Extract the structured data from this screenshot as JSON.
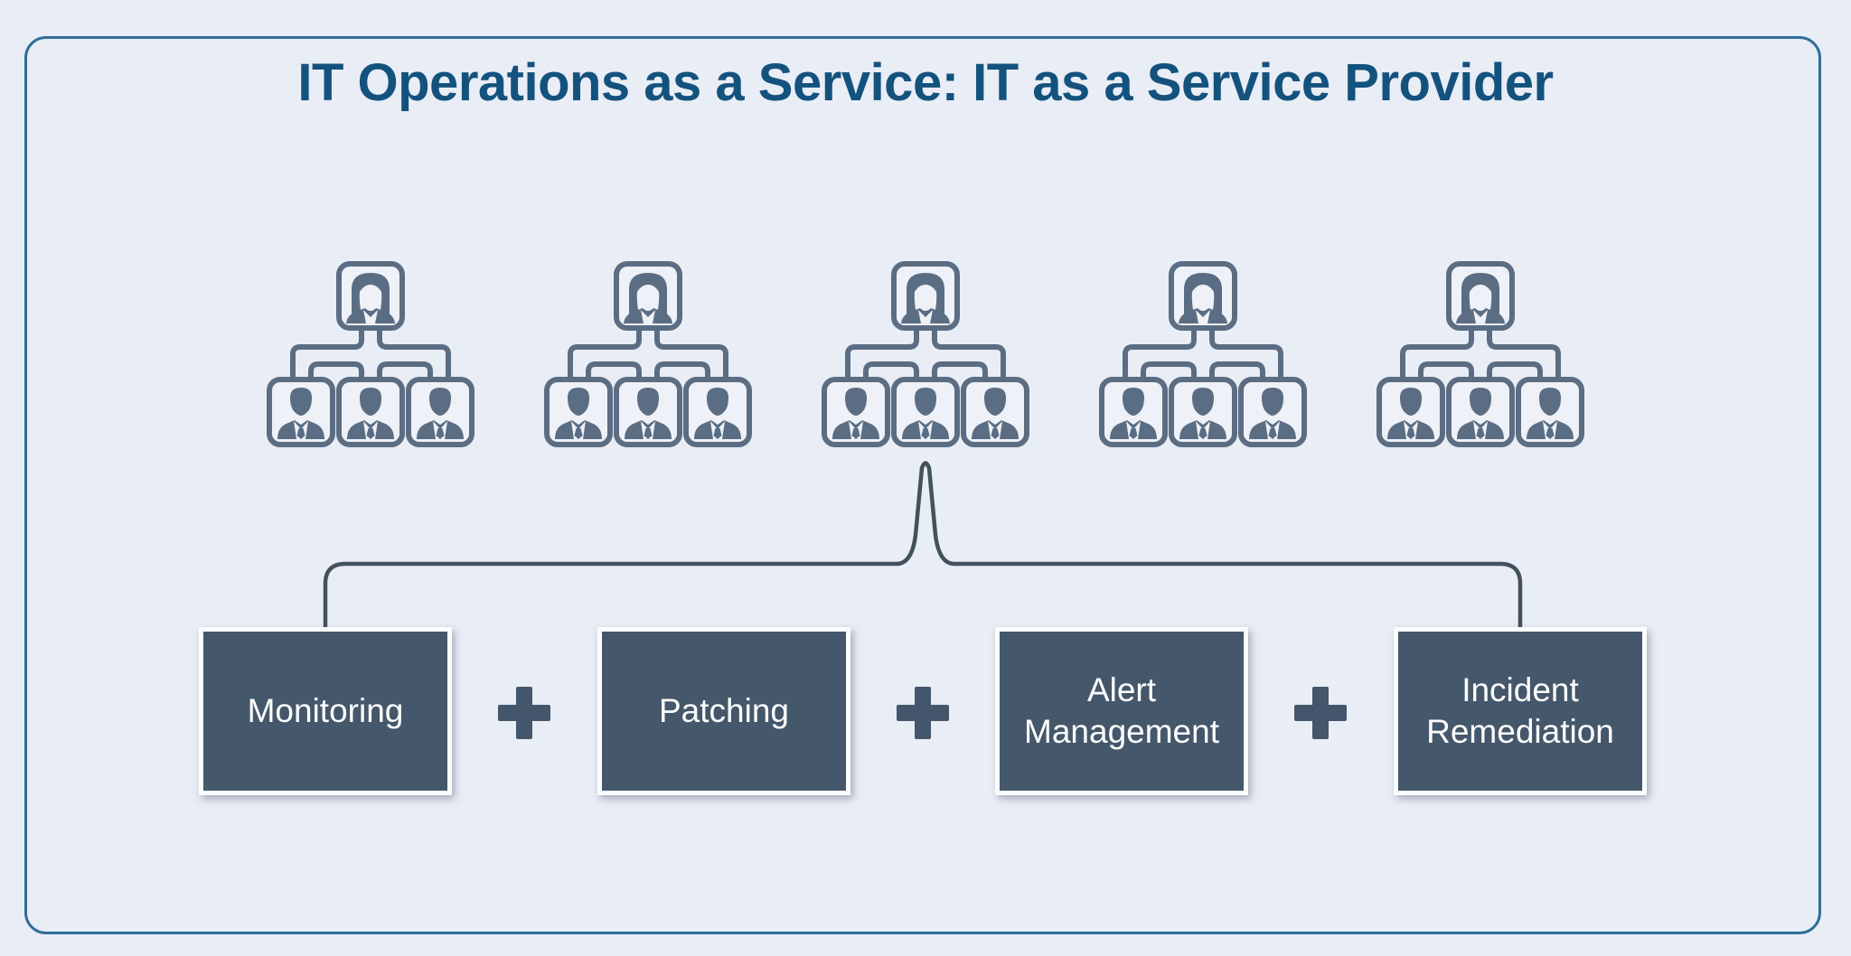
{
  "title": "IT Operations as a Service: IT as a Service Provider",
  "diagram": {
    "teams": {
      "count": 5,
      "icon": "org-chart-icon",
      "manager_icon": "female-user-icon",
      "member_icon": "male-user-icon",
      "members_per_team": 3
    },
    "brace": "curly-brace-connector",
    "separator_icon": "plus-icon",
    "separator_glyph": "+"
  },
  "services": [
    "Monitoring",
    "Patching",
    "Alert Management",
    "Incident Remediation"
  ],
  "colors": {
    "background": "#e9edf5",
    "frame_border": "#2f6e98",
    "title": "#14527e",
    "icon": "#5b6d83",
    "icon_box_fill": "#eef1f7",
    "brace": "#43505d",
    "box_fill": "#45576a",
    "box_border": "#fbfcfd",
    "box_text": "#fdfdfd",
    "plus": "#44566b"
  }
}
